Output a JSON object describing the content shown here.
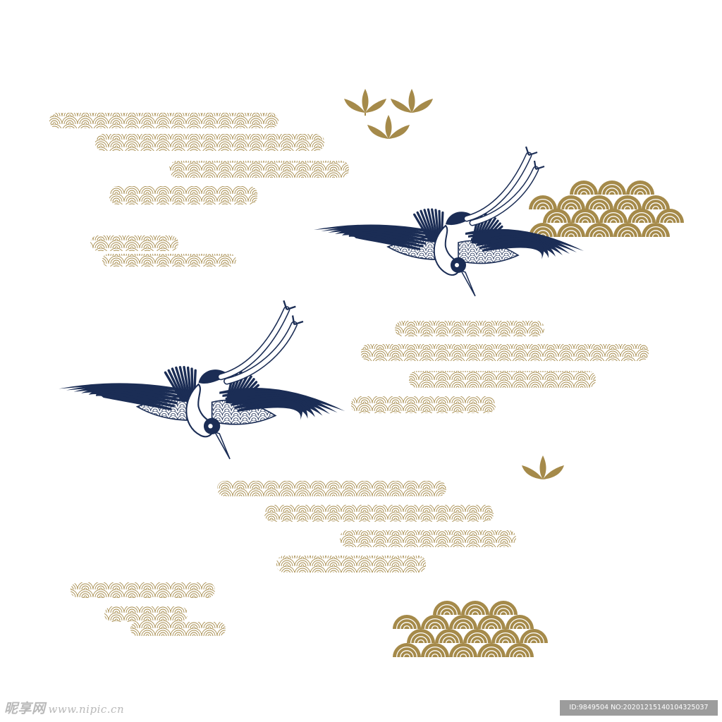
{
  "artwork": {
    "colors": {
      "background": "#ffffff",
      "gold": "#a58a4a",
      "navy": "#1b2d55"
    },
    "elements": [
      "seigaiha-cloud-band",
      "seigaiha-cloud-solid",
      "crane",
      "bamboo-leaf-cluster"
    ]
  },
  "watermark": {
    "site_name": "昵享网",
    "site_url": "www.nipic.cn",
    "id_line": "ID:9849504 NO:20201215140104325037"
  }
}
